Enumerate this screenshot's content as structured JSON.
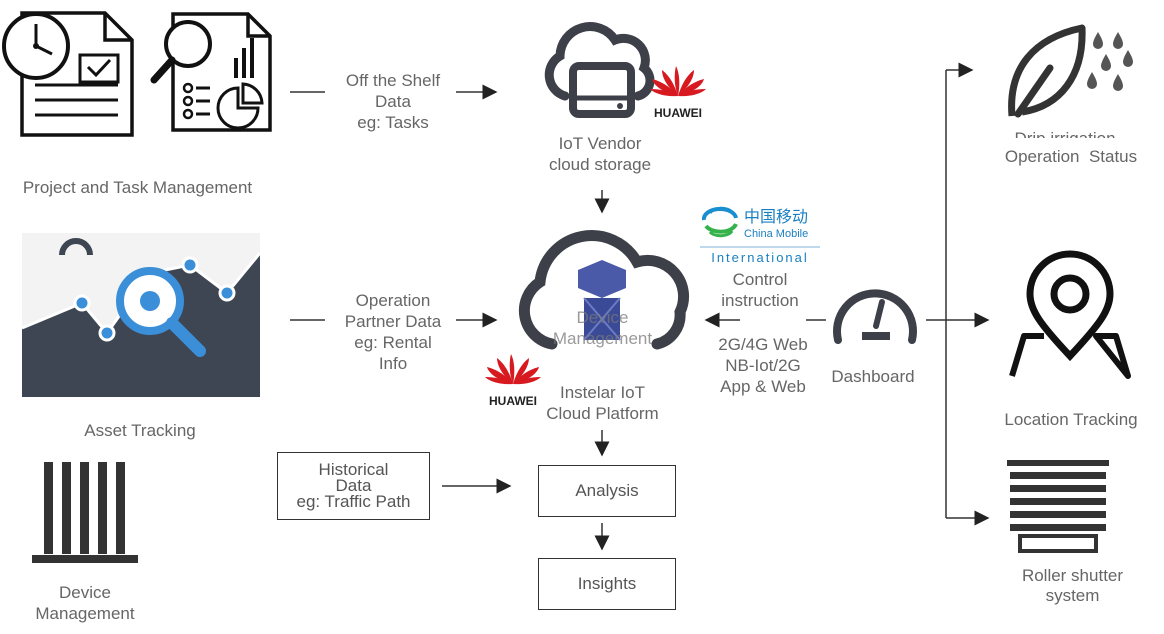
{
  "left": {
    "project_label": "Project and Task Management",
    "asset_label": "Asset Tracking",
    "device_label": "Device\nManagement",
    "historical_box": "Historical\nData\neg: Traffic Path"
  },
  "flows": {
    "off_shelf": "Off the Shelf\nData\neg: Tasks",
    "operation_partner": "Operation\nPartner Data\neg: Rental\nInfo"
  },
  "center": {
    "vendor_storage": "IoT Vendor\ncloud storage",
    "platform_overlay": "Device\nManagement",
    "platform_label": "Instelar IoT\nCloud Platform",
    "analysis": "Analysis",
    "insights": "Insights",
    "huawei_brand": "HUAWEI"
  },
  "right_center": {
    "china_mobile_cn": "中国移动",
    "china_mobile_en": "China Mobile",
    "china_mobile_intl": "International",
    "control": "Control\ninstruction",
    "conn": "2G/4G Web\nNB-Iot/2G\nApp & Web",
    "dashboard": "Dashboard"
  },
  "outputs": {
    "drip_clipped": "Drip irrigation",
    "operation_status": "Operation  Status",
    "location": "Location Tracking",
    "roller": "Roller shutter\nsystem"
  }
}
